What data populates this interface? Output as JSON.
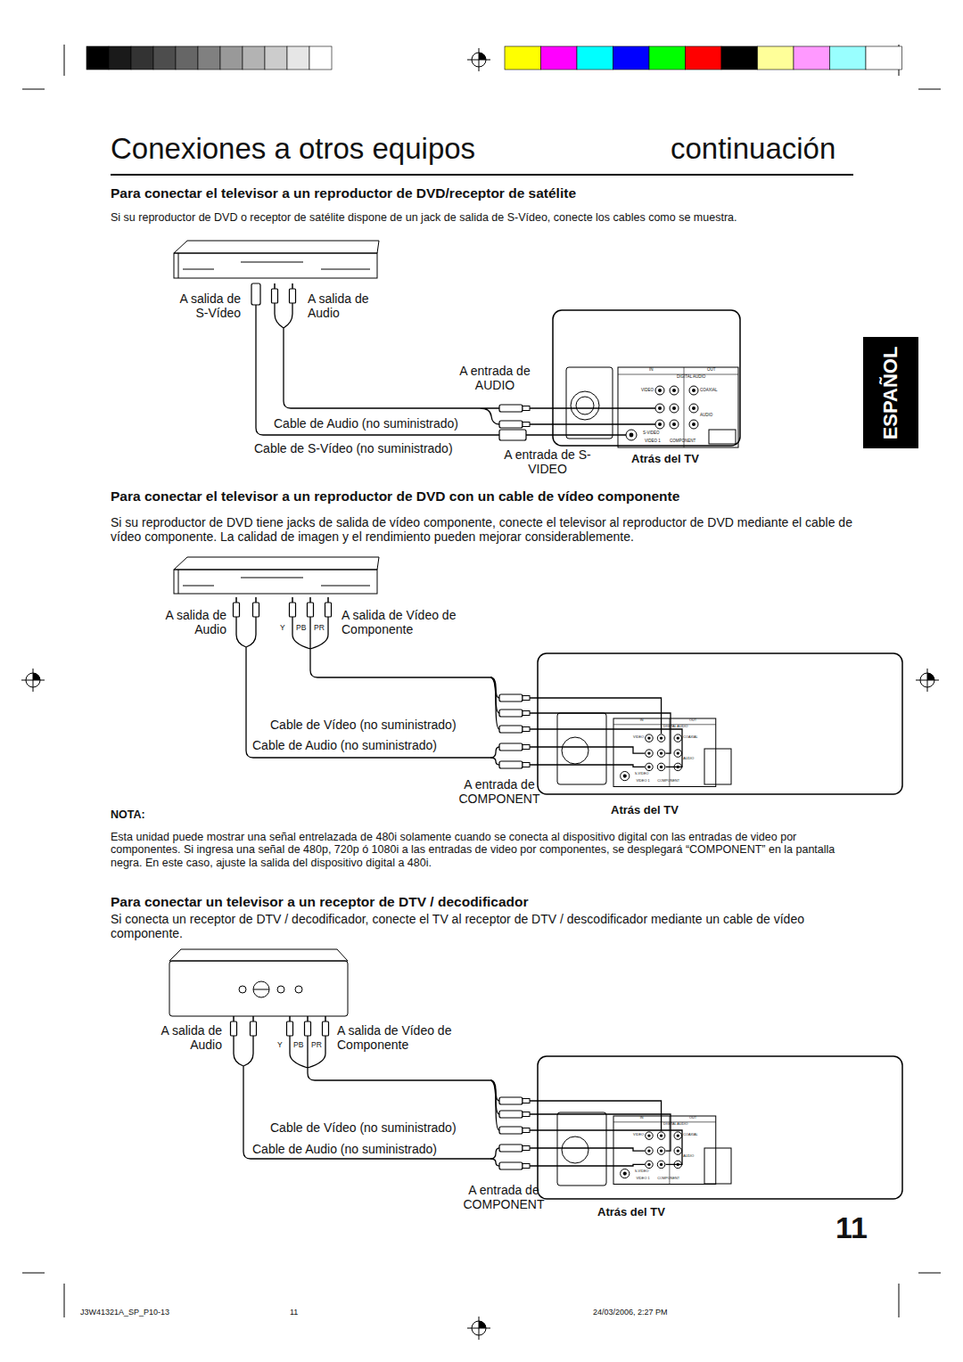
{
  "diagram": {
    "title": "Conexiones a otros equipos",
    "nodes": [
      {
        "text": [
          "ESPAÑOL"
        ]
      }
    ],
    "labels": [
      "continuación",
      "Para conectar el televisor a un reproductor de DVD/receptor de satélite",
      "Si su reproductor de DVD o receptor de satélite dispone de un jack de salida de S-Vídeo, conecte los cables como se muestra.",
      "A salida de S-Vídeo",
      "A salida de Audio",
      "A entrada de AUDIO",
      "Cable de Audio (no suministrado)",
      "Cable de S-Vídeo (no suministrado)",
      "A entrada de S-VIDEO",
      "Atrás del TV",
      "Para conectar el televisor a un reproductor de DVD con un cable de vídeo componente",
      "Si su reproductor de DVD tiene jacks de salida de vídeo componente, conecte el televisor al reproductor de DVD mediante el cable de vídeo componente. La calidad de imagen y el rendimiento pueden mejorar considerablemente.",
      "A salida de Audio",
      "Y",
      "PB",
      "PR",
      "A salida de Vídeo de Componente",
      "Cable de Vídeo (no suministrado)",
      "Cable de Audio (no suministrado)",
      "A entrada de COMPONENT",
      "NOTA:",
      "Esta unidad puede mostrar una señal entrelazada de 480i solamente cuando se conecta al dispositivo digital con las entradas de video por componentes. Si ingresa una señal de 480p, 720p ó 1080i a las entradas de video por componentes, se desplegará “COMPONENT” en la pantalla negra. En este caso, ajuste la salida del dispositivo digital a 480i.",
      "Atrás del TV",
      "Para conectar un televisor a un receptor de DTV / decodificador",
      "Si conecta un receptor de DTV / decodificador, conecte el TV al receptor de DTV / descodificador mediante un cable de vídeo componente.",
      "A salida de Audio",
      "Y",
      "PB",
      "PR",
      "A salida de Vídeo de Componente",
      "Cable de Vídeo (no suministrado)",
      "Cable de Audio (no suministrado)",
      "A entrada de COMPONENT",
      "Atrás del TV",
      "11",
      "J3W41321A_SP_P10-13",
      "11",
      "24/03/2006, 2:27 PM",
      "IN",
      "OUT",
      "VIDEO",
      "S-VIDEO",
      "AUDIO",
      "VIDEO 1",
      "COMPONENT",
      "DIGITAL AUDIO",
      "COAXIAL",
      "IN",
      "OUT",
      "VIDEO",
      "S-VIDEO",
      "AUDIO",
      "VIDEO 1",
      "COMPONENT",
      "DIGITAL AUDIO",
      "COAXIAL",
      "IN",
      "OUT",
      "VIDEO",
      "S-VIDEO",
      "AUDIO",
      "VIDEO 1",
      "COMPONENT",
      "DIGITAL AUDIO",
      "COAXIAL"
    ]
  }
}
